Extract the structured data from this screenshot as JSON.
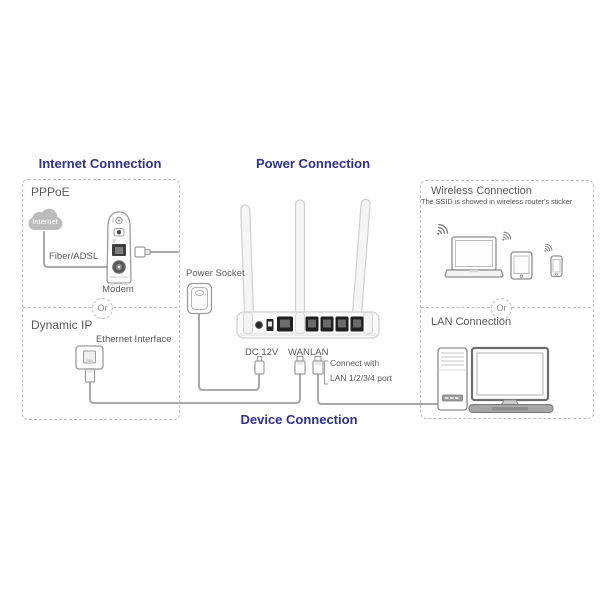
{
  "colors": {
    "heading_navy": "#2e3192",
    "label_gray": "#595959",
    "cable_gray": "#a8a8a8",
    "dashed_border": "#bdbdbd",
    "port_dark": "#1f1f1f"
  },
  "headings": {
    "internet": "Internet Connection",
    "power": "Power Connection",
    "device": "Device Connection"
  },
  "internet_section": {
    "pppoe_title": "PPPoE",
    "cloud_label": "Internet",
    "fiber_label": "Fiber/ADSL",
    "modem_caption": "Modem",
    "or_label": "Or",
    "dynamic_title": "Dynamic IP",
    "ethernet_label": "Ethernet Interface"
  },
  "power_section": {
    "socket_label": "Power Socket",
    "dc_label": "DC 12V"
  },
  "device_section": {
    "wan_label": "WAN",
    "lan_label": "LAN",
    "note_line1": "Connect with",
    "note_line2": "LAN 1/2/3/4 port"
  },
  "client_section": {
    "wireless_title": "Wireless Connection",
    "wireless_subtitle": "The SSID is showed in wireless router's sticker",
    "or_label": "Or",
    "lan_title": "LAN Connection"
  },
  "icons": [
    "internet-cloud",
    "modem",
    "ethernet-plug",
    "ethernet-wall-socket",
    "power-socket",
    "dc-plug",
    "wan-plug",
    "lan-plug",
    "router",
    "wifi-signal",
    "laptop",
    "tablet",
    "smartphone",
    "desktop-tower",
    "monitor",
    "keyboard",
    "or-badge"
  ]
}
